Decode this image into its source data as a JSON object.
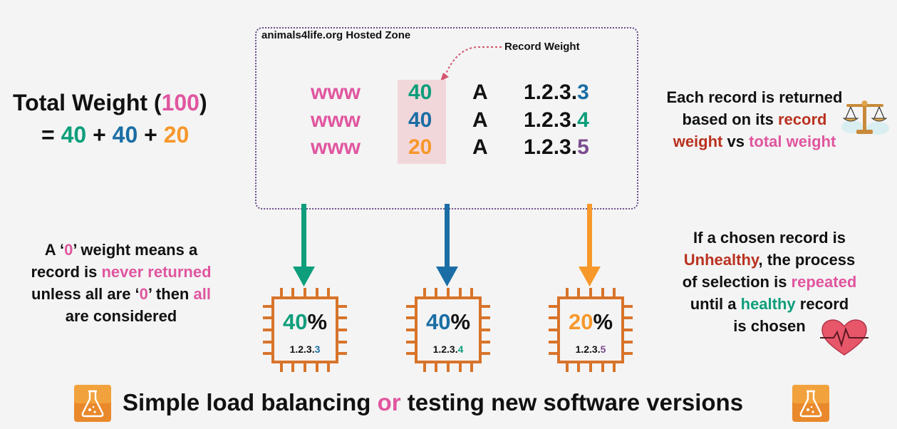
{
  "zone": {
    "title": "animals4life.org Hosted Zone",
    "record_weight_label": "Record Weight",
    "records": [
      {
        "name": "www",
        "weight": "40",
        "type": "A",
        "ip_prefix": "1.2.3.",
        "ip_last": "3"
      },
      {
        "name": "www",
        "weight": "40",
        "type": "A",
        "ip_prefix": "1.2.3.",
        "ip_last": "4"
      },
      {
        "name": "www",
        "weight": "20",
        "type": "A",
        "ip_prefix": "1.2.3.",
        "ip_last": "5"
      }
    ]
  },
  "total_weight": {
    "label": "Total Weight (",
    "value": "100",
    "close": ")",
    "eq": "= ",
    "w1": "40",
    "plus1": " + ",
    "w2": "40",
    "plus2": " + ",
    "w3": "20"
  },
  "right_top": {
    "line1": "Each record is returned",
    "line2_a": "based on its ",
    "line2_b": "record",
    "line3_a": "weight",
    "line3_b": " vs ",
    "line3_c": "total weight"
  },
  "left_mid": {
    "l1_a": "A ‘",
    "l1_b": "0",
    "l1_c": "’ weight means a",
    "l2_a": "record is ",
    "l2_b": "never returned",
    "l3_a": "unless all are ‘",
    "l3_b": "0",
    "l3_c": "’ then ",
    "l3_d": "all",
    "l4": "are considered"
  },
  "right_mid": {
    "l1": "If a chosen record is",
    "l2_a": "Unhealthy",
    "l2_b": ", the process",
    "l3_a": "of selection is ",
    "l3_b": "repeated",
    "l4_a": "until a ",
    "l4_b": "healthy",
    "l4_c": " record",
    "l5": "is chosen"
  },
  "chips": [
    {
      "pct": "40",
      "sym": "%",
      "ip_prefix": "1.2.3.",
      "ip_last": "3"
    },
    {
      "pct": "40",
      "sym": "%",
      "ip_prefix": "1.2.3.",
      "ip_last": "4"
    },
    {
      "pct": "20",
      "sym": "%",
      "ip_prefix": "1.2.3.",
      "ip_last": "5"
    }
  ],
  "bottom": {
    "a": "Simple load balancing ",
    "b": "or",
    "c": " testing new software versions"
  },
  "icons": [
    "scales-icon",
    "heart-monitor-icon",
    "beaker-icon"
  ],
  "colors": {
    "green": "#0e9e7b",
    "blue": "#1b6ea5",
    "orange": "#f7982b",
    "pink": "#e0569f",
    "red": "#b93220",
    "purple": "#7b4d8f",
    "chip": "#d8742a"
  }
}
